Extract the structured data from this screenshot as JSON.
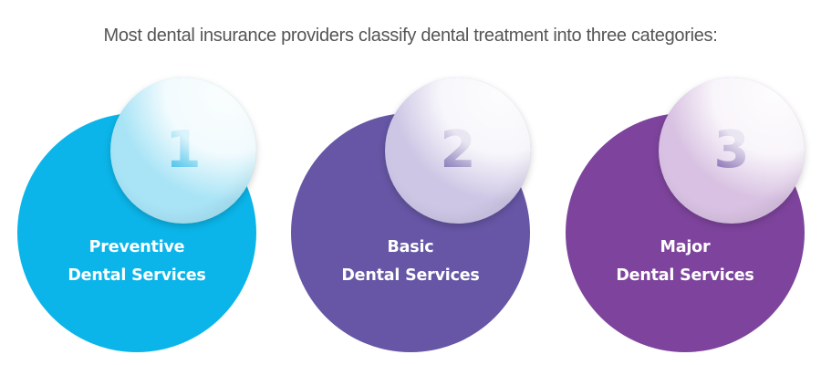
{
  "header": {
    "text": "Most dental insurance providers classify dental treatment into three categories:"
  },
  "categories": [
    {
      "number": "1",
      "line1": "Preventive",
      "line2": "Dental Services",
      "circle_color": "#0bb5e9",
      "bubble_color": "#a8e4f6",
      "number_color": "#0aaee2"
    },
    {
      "number": "2",
      "line1": "Basic",
      "line2": "Dental Services",
      "circle_color": "#6656a5",
      "bubble_color": "#cdc6e5",
      "number_color": "#6453a3"
    },
    {
      "number": "3",
      "line1": "Major",
      "line2": "Dental Services",
      "circle_color": "#7e449d",
      "bubble_color": "#d8c1e2",
      "number_color": "#6a4ca0"
    }
  ]
}
